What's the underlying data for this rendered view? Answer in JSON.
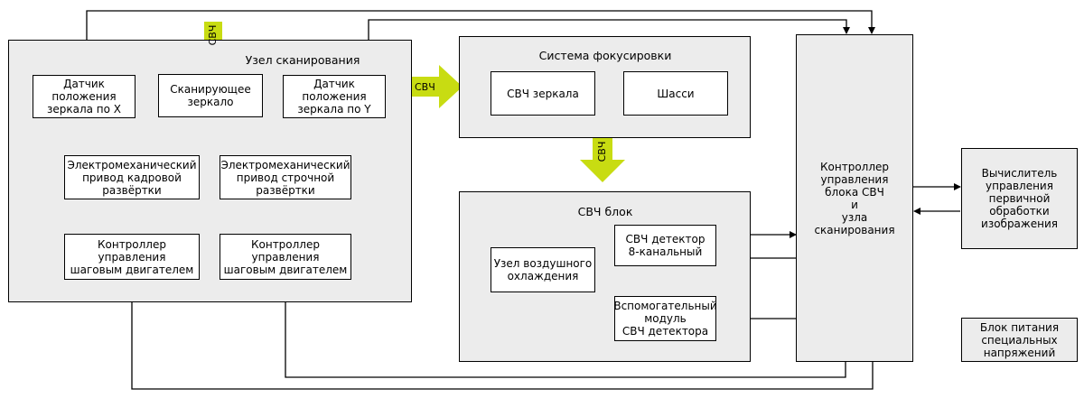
{
  "colors": {
    "signal_arrow": "#c8dc12",
    "panel": "#ececec",
    "line": "#000000"
  },
  "groups": {
    "scan_unit": "Узел сканирования",
    "focus_system": "Система фокусировки",
    "mw_block": "СВЧ блок"
  },
  "blocks": {
    "sensor_x": "Датчик\nположения\nзеркала по X",
    "scan_mirror": "Сканирующее\nзеркало",
    "sensor_y": "Датчик\nположения\nзеркала по Y",
    "drive_frame": "Электромеханический\nпривод кадровой\nразвёртки",
    "drive_line": "Электромеханический\nпривод строчной\nразвёртки",
    "stepper_ctrl_1": "Контроллер\nуправления\nшаговым двигателем",
    "stepper_ctrl_2": "Контроллер\nуправления\nшаговым двигателем",
    "mw_mirrors": "СВЧ зеркала",
    "chassis": "Шасси",
    "air_cooling": "Узел воздушного\nохлаждения",
    "mw_detector": "СВЧ детектор\n8-канальный",
    "aux_module": "Вспомогательный\nмодуль\nСВЧ детектора",
    "main_controller": "Контроллер\nуправления\nблока СВЧ\nи\nузла\nсканирования",
    "image_processor": "Вычислитель\nуправления\nпервичной\nобработки\nизображения",
    "power_supply": "Блок питания\nспециальных\nнапряжений"
  },
  "signal_labels": {
    "top": "СВЧ",
    "right": "СВЧ",
    "down": "СВЧ"
  }
}
